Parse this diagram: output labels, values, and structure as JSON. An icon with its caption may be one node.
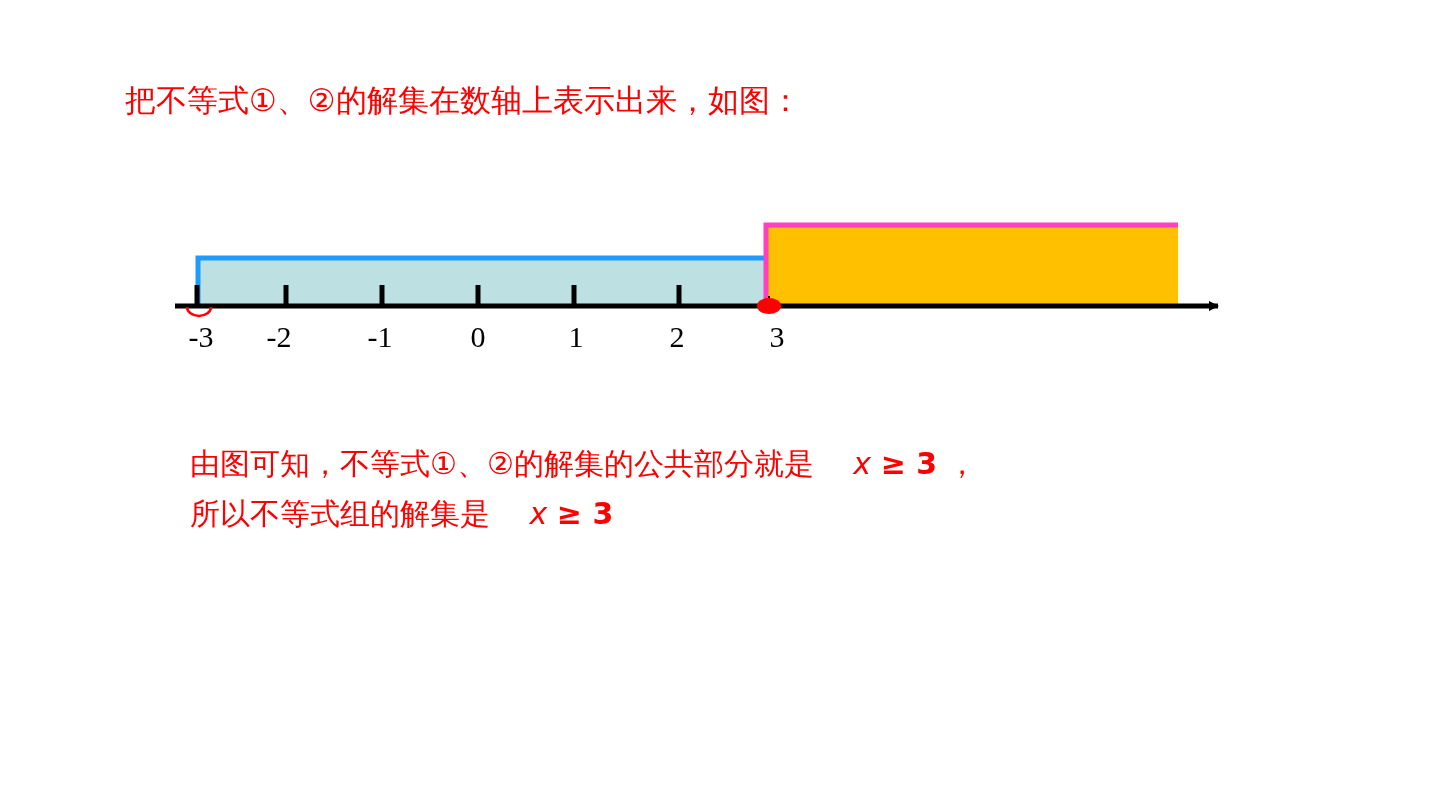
{
  "diagram": {
    "title": "把不等式①、②的解集在数轴上表示出来，如图：",
    "labels": [
      "-3",
      "-2",
      "-1",
      "0",
      "1",
      "2",
      "3",
      "由图可知，不等式①、②的解集的公共部分就是　 *x* **≥ 3** ，",
      "所以不等式组的解集是　 *x* **≥ 3**"
    ]
  }
}
